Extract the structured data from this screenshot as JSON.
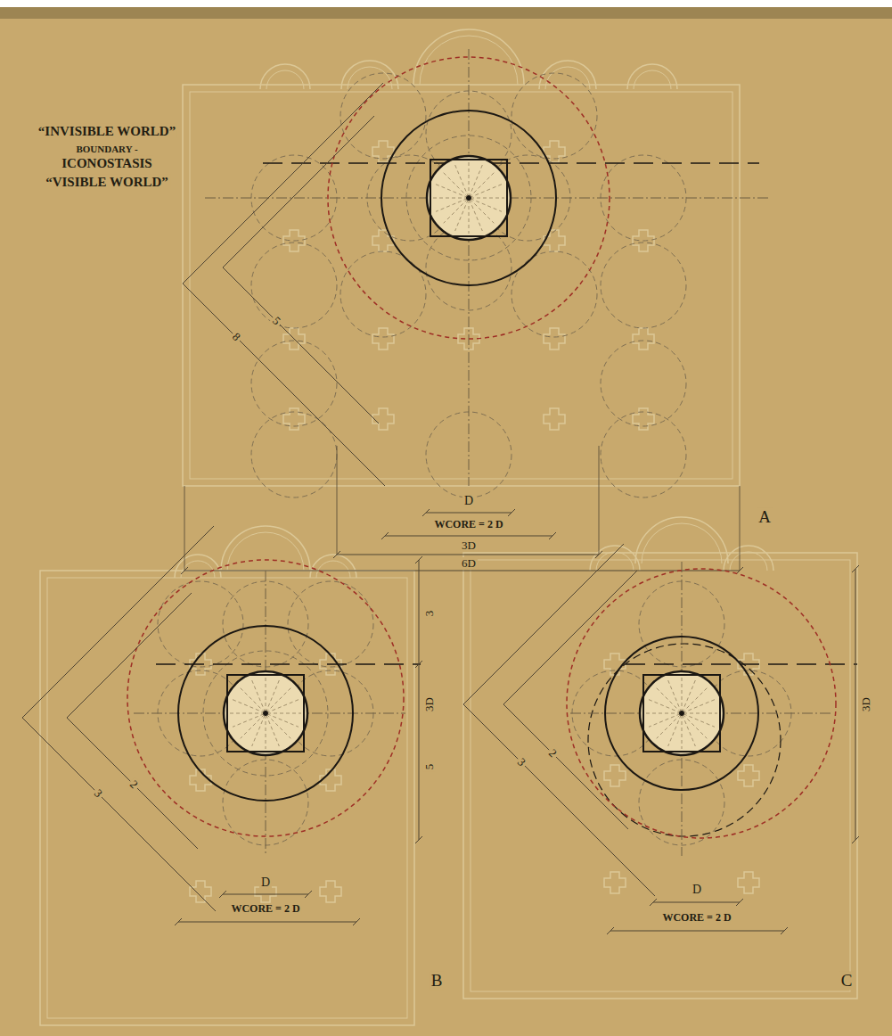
{
  "diagram": {
    "labels": [
      "“INVISIBLE WORLD”",
      "BOUNDARY -",
      "ICONOSTASIS",
      "“VISIBLE WORLD”",
      "5",
      "8",
      "D",
      "WCORE = 2 D",
      "3D",
      "6D",
      "A",
      "3",
      "3D",
      "5",
      "2",
      "3",
      "D",
      "WCORE = 2 D",
      "B",
      "3D",
      "2",
      "3",
      "D",
      "WCORE = 2 D",
      "C"
    ]
  }
}
